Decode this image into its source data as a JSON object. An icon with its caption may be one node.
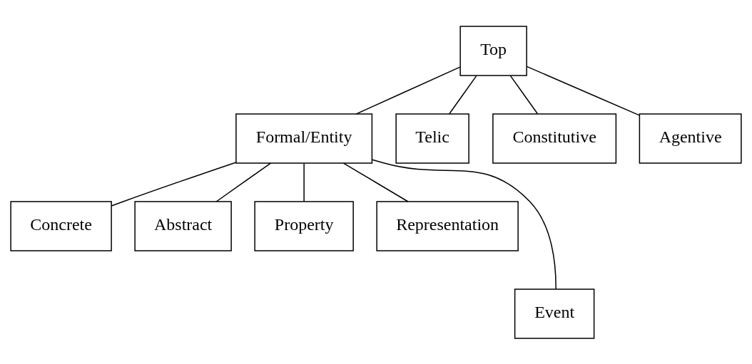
{
  "diagram": {
    "nodes": [
      {
        "text": [
          "Top"
        ]
      },
      {
        "text": [
          "Formal/Entity"
        ]
      },
      {
        "text": [
          "Telic"
        ]
      },
      {
        "text": [
          "Constitutive"
        ]
      },
      {
        "text": [
          "Agentive"
        ]
      },
      {
        "text": [
          "Concrete"
        ]
      },
      {
        "text": [
          "Abstract"
        ]
      },
      {
        "text": [
          "Property"
        ]
      },
      {
        "text": [
          "Representation"
        ]
      },
      {
        "text": [
          "Event"
        ]
      }
    ],
    "edges": [
      {
        "from": 0,
        "to": 1,
        "arrow": "none"
      },
      {
        "from": 0,
        "to": 2,
        "arrow": "none"
      },
      {
        "from": 0,
        "to": 3,
        "arrow": "none"
      },
      {
        "from": 0,
        "to": 4,
        "arrow": "none"
      },
      {
        "from": 1,
        "to": 5,
        "arrow": "none"
      },
      {
        "from": 1,
        "to": 9,
        "arrow": "none"
      },
      {
        "from": 1,
        "to": 6,
        "arrow": "none"
      },
      {
        "from": 1,
        "to": 7,
        "arrow": "none"
      },
      {
        "from": 1,
        "to": 8,
        "arrow": "none"
      }
    ]
  }
}
